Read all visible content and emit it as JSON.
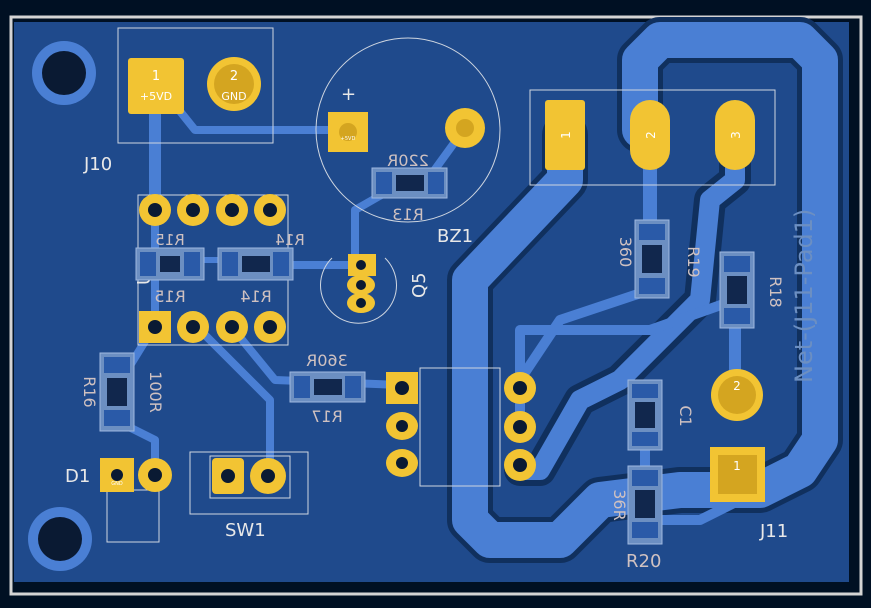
{
  "board": {
    "colors": {
      "background": "#001023",
      "outline": "#d4d4d4",
      "copper_fill": "#1f4a8c",
      "trace": "#4a7fd4",
      "pad": "#f2c433",
      "silk": "#e8e8e8",
      "silk_back": "#cfc1c1",
      "net_label": "#6c8fc2"
    }
  },
  "labels": {
    "j10": "J10",
    "bz1": "BZ1",
    "u5": "U5",
    "q5": "Q5",
    "d1": "D1",
    "sw1": "SW1",
    "j11": "J11",
    "r20": "R20",
    "net_vertical": "Net-(J11-Pad1)",
    "plus": "+"
  },
  "pads": {
    "j10_1_num": "1",
    "j10_1_net": "+5VD",
    "j10_2_num": "2",
    "j10_2_net": "GND",
    "bz_1": "+5VD",
    "j11_1": "1",
    "j11_2": "2",
    "j11_3": "3",
    "j11_2_big": "2",
    "j11_1_big": "1",
    "d1_pad": "GND"
  },
  "back_labels": {
    "r13_val": "220R",
    "r13_ref": "R13",
    "r15_ref_top": "R15",
    "r15_ref": "R15",
    "r14_ref_top": "R14",
    "r14_ref": "R14",
    "r17_val": "360R",
    "r17_ref": "R17",
    "r16_ref": "R16",
    "r16_val": "100R",
    "r19_val": "360",
    "r19_ref": "R19",
    "r18_ref": "R18",
    "c1_ref": "C1",
    "r20_val": "36R"
  }
}
